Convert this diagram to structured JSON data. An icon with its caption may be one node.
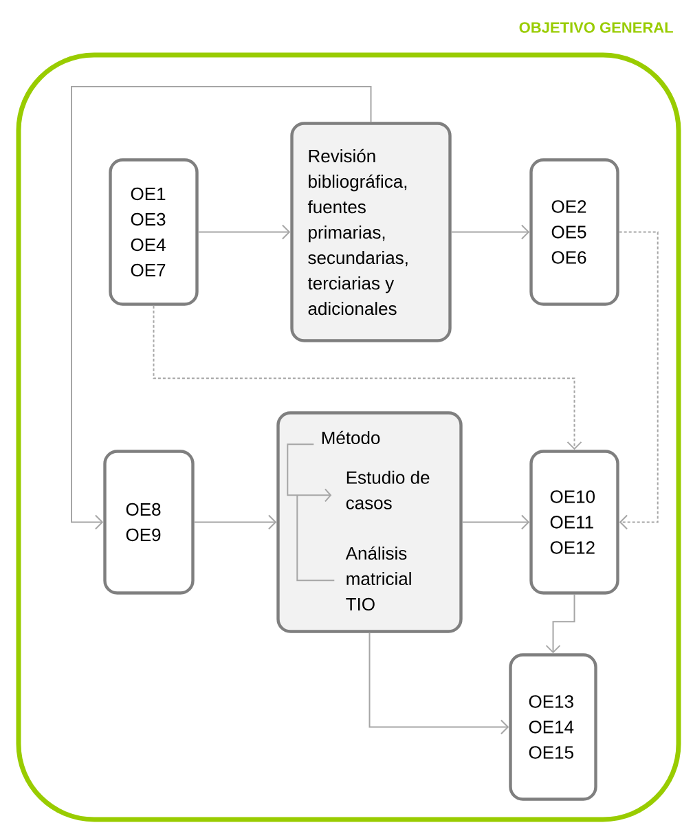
{
  "diagram": {
    "nodes": [
      {
        "text": [
          "OBJETIVO GENERAL"
        ]
      },
      {
        "text": [
          "OE1 OE3 OE4 OE7"
        ],
        "in": 0
      },
      {
        "text": [
          "Revisión bibliográfica, fuentes primarias, secundarias, terciarias y adicionales"
        ],
        "in": 0
      },
      {
        "text": [
          "OE2 OE5 OE6"
        ],
        "in": 0
      },
      {
        "text": [
          "OE8 OE9"
        ],
        "in": 0
      },
      {
        "text": [
          "Método",
          "Estudio de casos",
          "Análisis matricial TIO"
        ],
        "in": 0
      },
      {
        "text": [
          "OE10 OE11 OE12"
        ],
        "in": 0
      },
      {
        "text": [
          "OE13 OE14 OE15"
        ],
        "in": 0
      }
    ],
    "edges": [
      {
        "from": 1,
        "to": 2,
        "arrow": "to"
      },
      {
        "from": 2,
        "to": 3,
        "arrow": "to"
      },
      {
        "from": 2,
        "to": 4,
        "arrow": "to"
      },
      {
        "from": 4,
        "to": 5,
        "arrow": "to"
      },
      {
        "from": 5,
        "to": 6,
        "arrow": "to"
      },
      {
        "from": 1,
        "to": 6,
        "arrow": "to",
        "style": "dashed"
      },
      {
        "from": 3,
        "to": 6,
        "arrow": "to",
        "style": "dashed"
      },
      {
        "from": 6,
        "to": 7,
        "arrow": "to"
      },
      {
        "from": 5,
        "to": 7,
        "arrow": "to"
      }
    ]
  }
}
